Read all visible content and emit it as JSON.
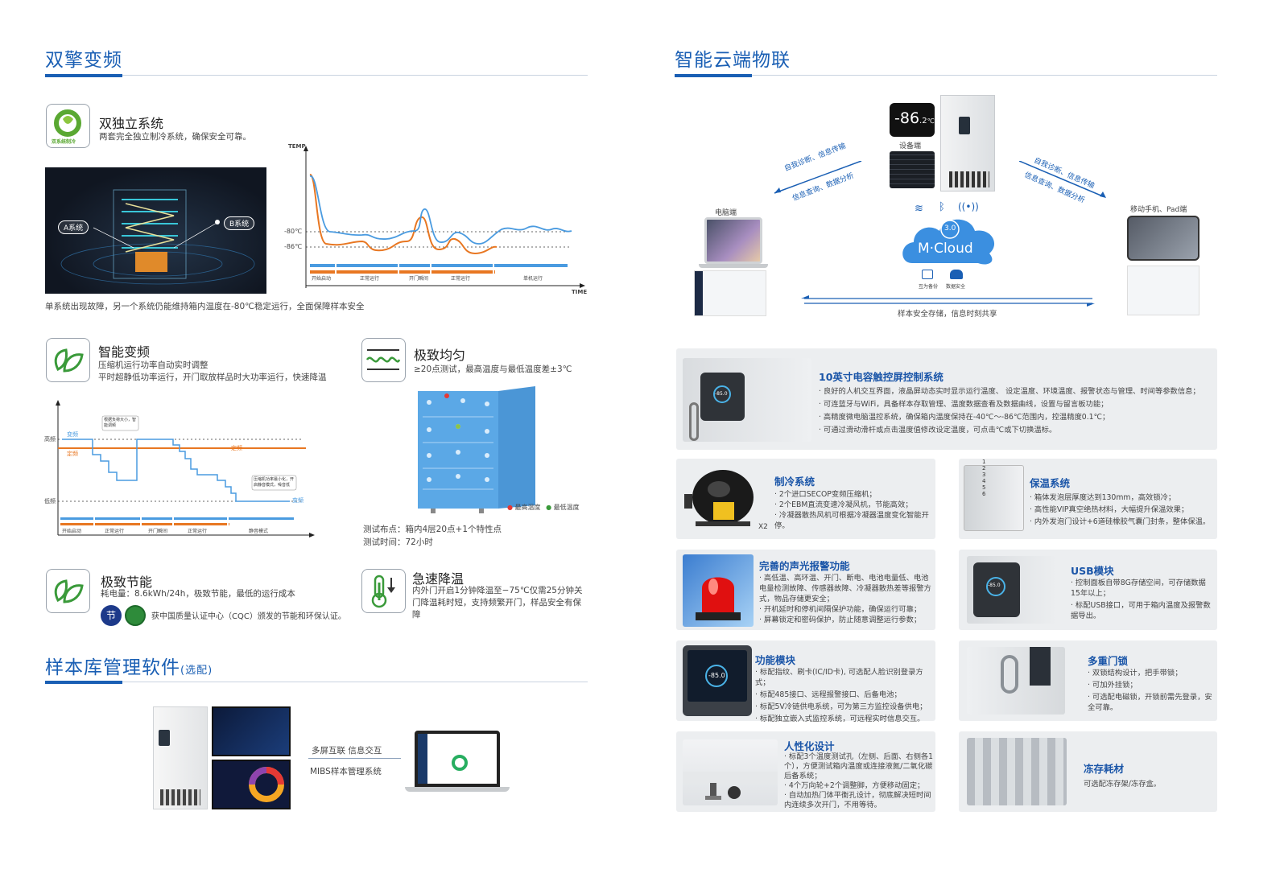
{
  "left": {
    "section1_title": "双擎变频",
    "dual_system": {
      "title": "双独立系统",
      "desc": "两套完全独立制冷系统，确保安全可靠。",
      "badge_text": "双系统制冷",
      "label_a": "A系统",
      "label_b": "B系统",
      "caption": "单系统出现故障，另一个系统仍能维持箱内温度在-80℃稳定运行，全面保障样本安全"
    },
    "temp_chart": {
      "y_axis": "TEMP",
      "x_axis": "TIME",
      "line1": "-80℃",
      "line2": "-86℃",
      "phases": [
        "开始启动",
        "正常运行",
        "开门瞬间",
        "正常运行",
        "单机运行"
      ]
    },
    "smart_inverter": {
      "title": "智能变频",
      "desc1": "压缩机运行功率自动实时调整",
      "desc2": "平时超静低功率运行，开门取放样品时大功率运行，快速降温"
    },
    "freq_chart": {
      "high": "高频",
      "low": "低频",
      "inverter": "变频",
      "fixed": "定频",
      "note1": "根据负荷大小，智能调频",
      "note2": "压缩机功率最小化，开启静音模式，噪音低",
      "phases": [
        "开始启动",
        "正常运行",
        "开门瞬间",
        "正常运行",
        "静音模式"
      ]
    },
    "uniform": {
      "title": "极致均匀",
      "desc": "≥20点测试，最高温度与最低温度差±3℃",
      "legend_max": "最高温度",
      "legend_min": "最低温度",
      "test_points": "测试布点：箱内4层20点+1个特性点",
      "test_time": "测试时间：72小时"
    },
    "energy": {
      "title": "极致节能",
      "desc": "耗电量：8.6kWh/24h，极致节能，最低的运行成本",
      "cert": "获中国质量认证中心（CQC）颁发的节能和环保认证。"
    },
    "rapid": {
      "title": "急速降温",
      "desc": "内外门开启1分钟降温至−75℃仅需25分钟关门降温耗时短，支持频繁开门，样品安全有保障"
    },
    "section2_title": "样本库管理软件",
    "section2_sub": "(选配)",
    "software": {
      "label1": "多屏互联 信息交互",
      "label2": "MIBS样本管理系统"
    }
  },
  "right": {
    "section_title": "智能云端物联",
    "iot": {
      "device_label": "设备端",
      "display_temp": "-86",
      "display_dec": ".2",
      "display_unit": "℃",
      "pc_label": "电脑端",
      "mobile_label": "移动手机、Pad端",
      "left_arrow1": "自我诊断、信息传输",
      "left_arrow2": "信息查询、数据分析",
      "right_arrow1": "自我诊断、信息传输",
      "right_arrow2": "信息查询、数据分析",
      "cloud_version": "3.0",
      "cloud_name": "M·Cloud",
      "cloud_icon1": "互为备份",
      "cloud_icon2": "数据安全",
      "bottom": "样本安全存储，信息时刻共享"
    },
    "cards": {
      "touch": {
        "title": "10英寸电容触控屏控制系统",
        "items": [
          "良好的人机交互界面，液晶屏动态实时显示运行温度、 设定温度、环境温度、报警状态与管理、时间等参数信息；",
          "可连蓝牙与WiFi，具备样本存取管理、温度数据查看及数据曲线，设置与留言板功能；",
          "高精度微电脑温控系统，确保箱内温度保持在-40℃～-86℃范围内，控温精度0.1℃；",
          "可通过滑动滑杆或点击温度值修改设定温度，可点击℃或下切换温标。"
        ],
        "screen": "-85.0"
      },
      "refrig": {
        "title": "制冷系统",
        "items": [
          "2个进口SECOP变频压缩机；",
          "2个EBM直流变速冷凝风机，节能高效；",
          "冷凝器散热风机可根据冷凝器温度变化智能开停。"
        ],
        "x2": "X2"
      },
      "insul": {
        "title": "保温系统",
        "items": [
          "箱体发泡层厚度达到130mm，高效锁冷；",
          "高性能VIP真空绝热材料，大幅提升保温效果；",
          "内外发泡门设计+6道硅橡胶气囊门封条，整体保温。"
        ],
        "nums": [
          "1",
          "2",
          "3",
          "4",
          "5",
          "6"
        ]
      },
      "alarm": {
        "title": "完善的声光报警功能",
        "items": [
          "高低温、高环温、开门、断电、电池电量低、电池电量检测故障、传感器故障、冷凝器散热差等报警方式，物品存储更安全；",
          "开机延时和停机间隔保护功能，确保运行可靠；",
          "屏幕锁定和密码保护，防止随意调整运行参数；"
        ]
      },
      "usb": {
        "title": "USB模块",
        "items": [
          "控制面板自带8G存储空间，可存储数据15年以上；",
          "标配USB接口，可用于箱内温度及报警数据导出。"
        ],
        "screen": "-85.0"
      },
      "func": {
        "title": "功能模块",
        "items": [
          "标配指纹、刷卡(IC/ID卡), 可选配人脸识别登录方式；",
          "标配485接口、远程报警接口、后备电池；",
          "标配5V冷链供电系统，可为第三方监控设备供电；",
          "标配独立嵌入式监控系统，可远程实时信息交互。"
        ],
        "screen": "-85.0"
      },
      "lock": {
        "title": "多重门锁",
        "items": [
          "双锁结构设计，把手带锁；",
          "可加外挂锁；",
          "可选配电磁锁，开锁前需先登录，安全可靠。"
        ]
      },
      "human": {
        "title": "人性化设计",
        "items": [
          "标配3个温度测试孔（左侧、后面、右侧各1个），方便测试箱内温度或连接液氮/二氧化碳后备系统；",
          "4个万向轮+2个调整脚，方便移动固定；",
          "自动加热门体平衡孔设计，彻底解决短时间内连续多次开门，不用等待。"
        ]
      },
      "consum": {
        "title": "冻存耗材",
        "desc": "可选配冻存架/冻存盒。"
      }
    }
  },
  "colors": {
    "brand": "#1a5fb4",
    "orange": "#e87722",
    "blue_line": "#4a9be0",
    "card_bg": "#eceef0"
  }
}
